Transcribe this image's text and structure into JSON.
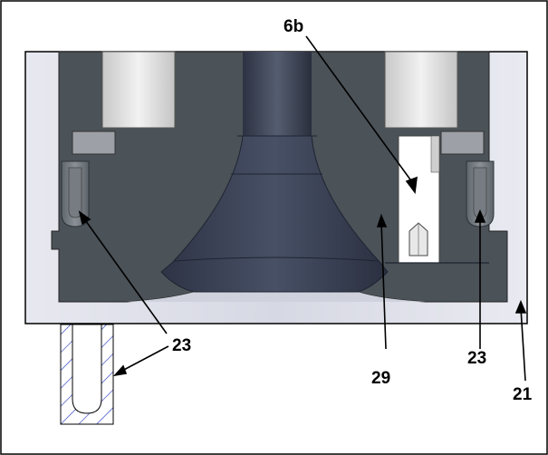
{
  "callouts": {
    "c6b": "6b",
    "c23_left": "23",
    "c23_right": "23",
    "c29": "29",
    "c21": "21"
  },
  "colors": {
    "body": "#4a5157",
    "body_dark": "#3a4046",
    "cylinder": "#d9dbe6",
    "hatch": "#2a3fbf"
  }
}
